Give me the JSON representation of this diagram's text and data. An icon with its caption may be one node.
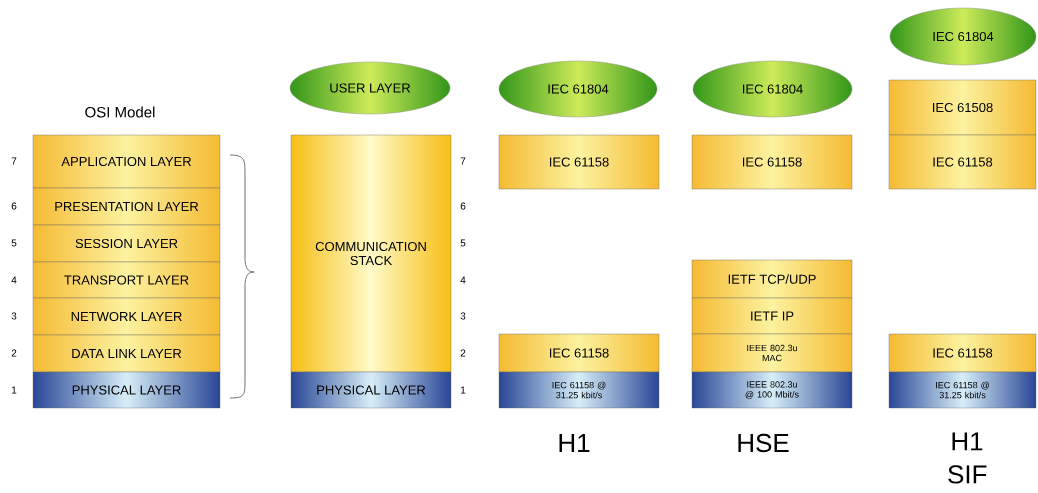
{
  "diagram": {
    "nodes": [
      {
        "text": [
          "APPLICATION LAYER"
        ]
      },
      {
        "text": [
          "PRESENTATION LAYER"
        ]
      },
      {
        "text": [
          "SESSION LAYER"
        ]
      },
      {
        "text": [
          "TRANSPORT LAYER"
        ]
      },
      {
        "text": [
          "NETWORK LAYER"
        ]
      },
      {
        "text": [
          "DATA LINK LAYER"
        ]
      },
      {
        "text": [
          "PHYSICAL LAYER"
        ]
      },
      {
        "text": [
          "USER LAYER"
        ]
      },
      {
        "text": [
          "COMMUNICATION STACK"
        ]
      },
      {
        "text": [
          "PHYSICAL LAYER"
        ]
      },
      {
        "text": [
          "IEC 61804"
        ]
      },
      {
        "text": [
          "IEC 61158"
        ]
      },
      {
        "text": [
          "IEC 61158"
        ]
      },
      {
        "text": [
          "IEC 61158 @ 31.25 kbit/s"
        ]
      },
      {
        "text": [
          "IEC 61804"
        ]
      },
      {
        "text": [
          "IEC 61158"
        ]
      },
      {
        "text": [
          "IETF TCP/UDP"
        ]
      },
      {
        "text": [
          "IETF IP"
        ]
      },
      {
        "text": [
          "IEEE 802.3u MAC"
        ]
      },
      {
        "text": [
          "IEEE 802.3u @ 100 Mbit/s"
        ]
      },
      {
        "text": [
          "IEC 61804"
        ]
      },
      {
        "text": [
          "IEC 61508"
        ]
      },
      {
        "text": [
          "IEC 61158"
        ]
      },
      {
        "text": [
          "IEC 61158"
        ]
      },
      {
        "text": [
          "IEC 61158 @ 31.25 kbit/s"
        ]
      }
    ],
    "labels": [
      "OSI Model",
      "7",
      "6",
      "5",
      "4",
      "3",
      "2",
      "1",
      "7",
      "6",
      "5",
      "4",
      "3",
      "2",
      "1",
      "H1",
      "HSE",
      "H1 SIF"
    ]
  }
}
